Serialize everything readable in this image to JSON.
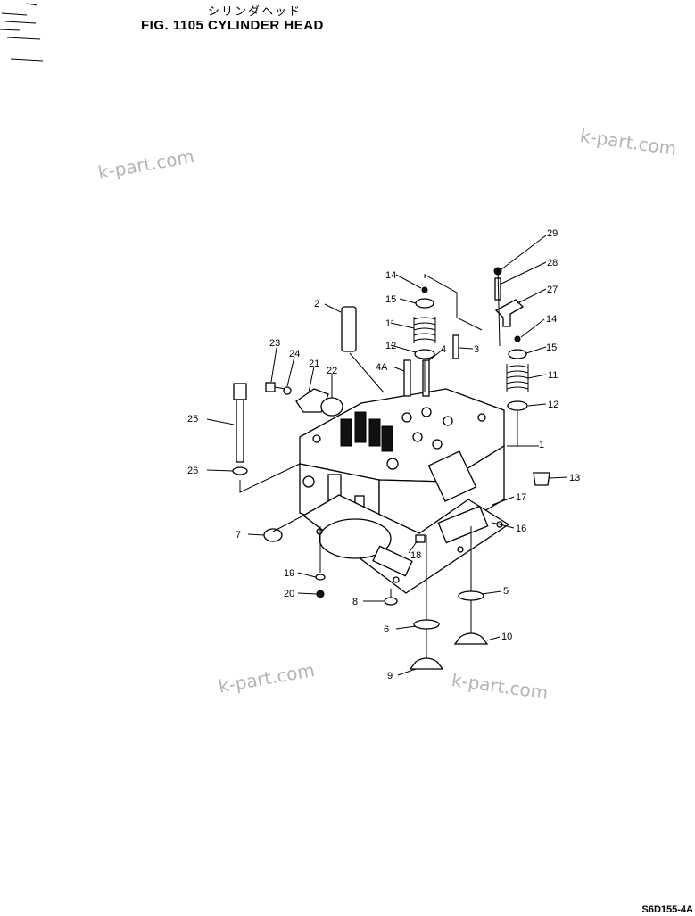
{
  "header": {
    "japanese_title": "シリンダヘッド",
    "figure_title": "FIG. 1105  CYLINDER HEAD"
  },
  "watermarks": [
    "k-part.com",
    "k-part.com",
    "k-part.com",
    "k-part.com"
  ],
  "callouts": [
    "1",
    "2",
    "3",
    "4",
    "4A",
    "5",
    "6",
    "7",
    "8",
    "9",
    "10",
    "11",
    "11",
    "12",
    "12",
    "13",
    "14",
    "14",
    "15",
    "15",
    "16",
    "17",
    "18",
    "19",
    "20",
    "21",
    "22",
    "23",
    "24",
    "25",
    "26",
    "27",
    "28",
    "29"
  ],
  "footer": {
    "drawing_number": "S6D155-4A"
  }
}
